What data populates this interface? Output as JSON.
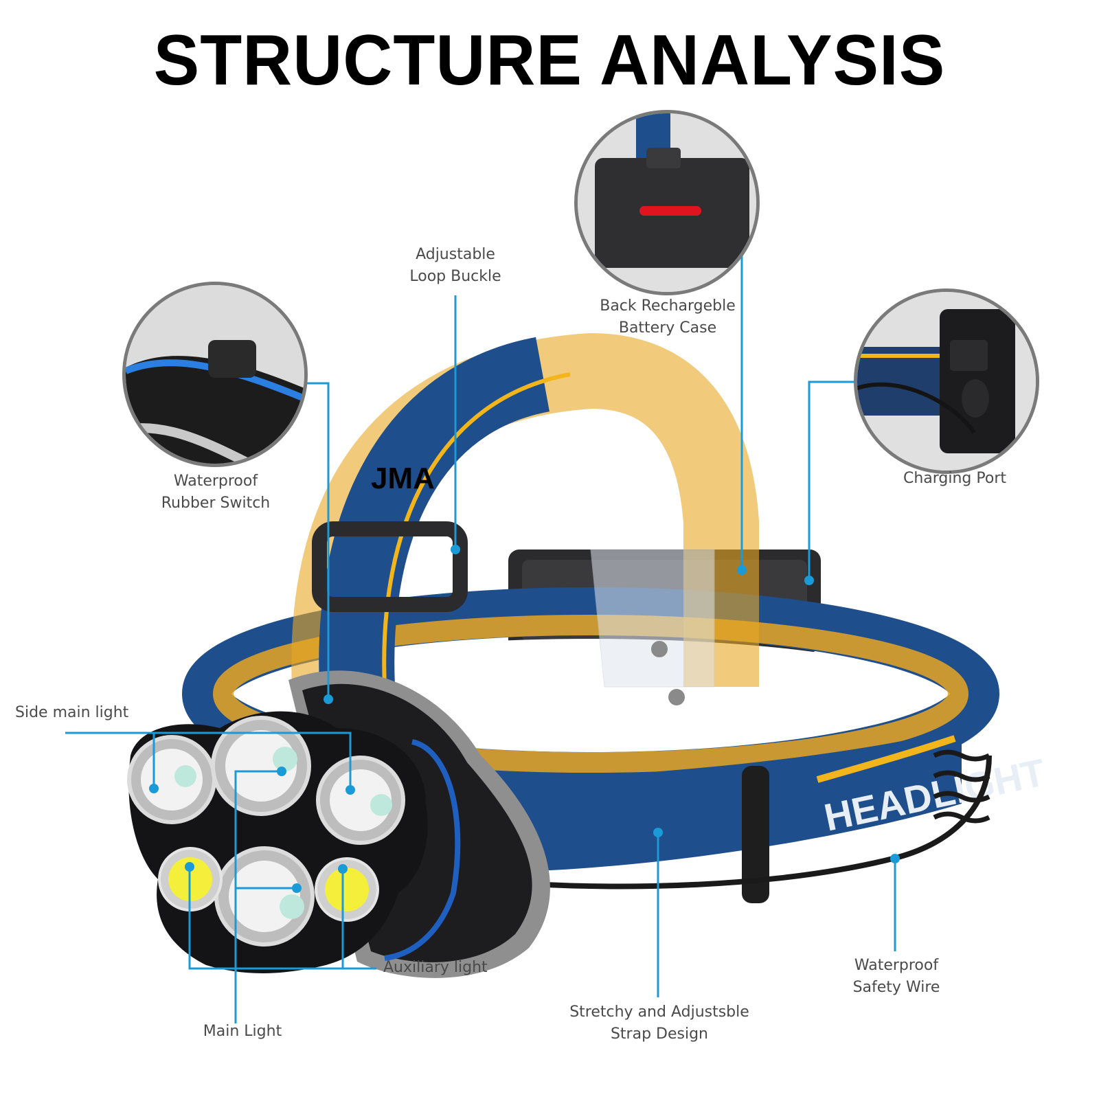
{
  "title": "STRUCTURE ANALYSIS",
  "watermark": "JMA",
  "accent_color": "#1a9ad6",
  "product": {
    "name": "headlamp",
    "strap_text": "HEADLIGHT",
    "strap_color": "#1f4e8c",
    "stripe_color": "#f2b51c",
    "led_count_main": 4,
    "led_count_auxiliary": 2
  },
  "callouts": [
    {
      "id": "adjustable-loop-buckle",
      "lines": [
        "Adjustable",
        "Loop Buckle"
      ]
    },
    {
      "id": "back-battery-case",
      "lines": [
        "Back Rechargeble",
        "Battery Case"
      ]
    },
    {
      "id": "waterproof-rubber-switch",
      "lines": [
        "Waterproof",
        "Rubber Switch"
      ]
    },
    {
      "id": "charging-port",
      "lines": [
        "Charging Port"
      ]
    },
    {
      "id": "side-main-light",
      "lines": [
        "Side main light"
      ]
    },
    {
      "id": "auxiliary-light",
      "lines": [
        "Auxiliary light"
      ]
    },
    {
      "id": "main-light",
      "lines": [
        "Main Light"
      ]
    },
    {
      "id": "strap-design",
      "lines": [
        "Stretchy and Adjustsble",
        "Strap Design"
      ]
    },
    {
      "id": "safety-wire",
      "lines": [
        "Waterproof",
        "Safety Wire"
      ]
    }
  ]
}
